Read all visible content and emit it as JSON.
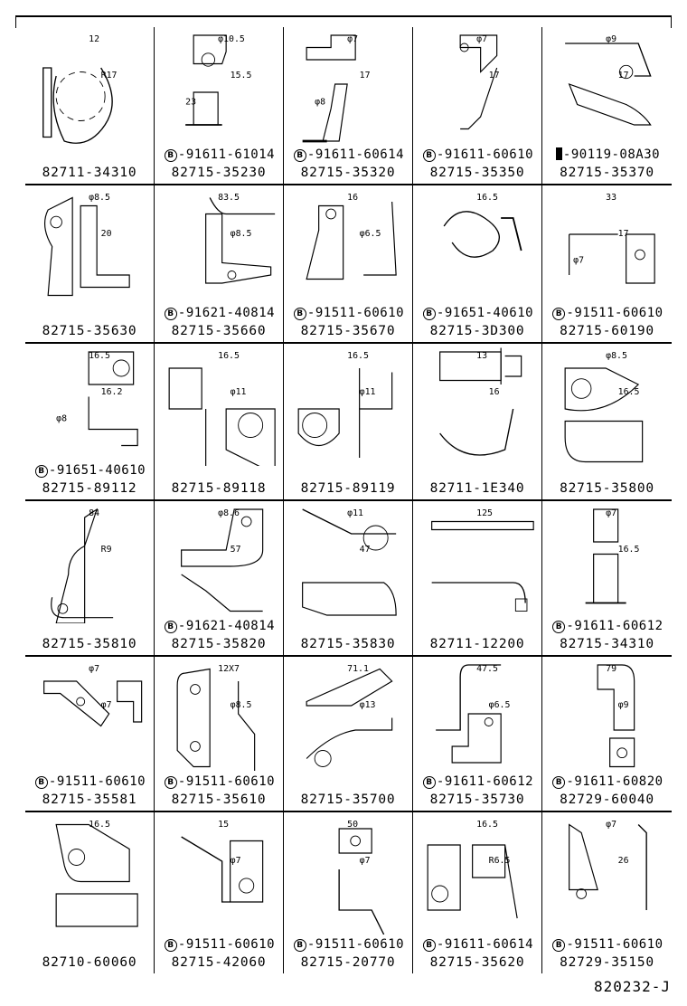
{
  "diagram": {
    "reference_code": "820232-J",
    "cells": [
      {
        "part_number": "82711-34310",
        "bolt": "",
        "dims": [
          "12",
          "R17"
        ]
      },
      {
        "part_number": "82715-35230",
        "bolt": "91611-61014",
        "dims": [
          "φ10.5",
          "15.5",
          "23"
        ]
      },
      {
        "part_number": "82715-35320",
        "bolt": "91611-60614",
        "dims": [
          "φ7",
          "17",
          "φ8"
        ]
      },
      {
        "part_number": "82715-35350",
        "bolt": "91611-60610",
        "dims": [
          "φ7",
          "17"
        ]
      },
      {
        "part_number": "82715-35370",
        "bolt": "90119-08A30",
        "bolt_icon": "screw",
        "dims": [
          "φ9",
          "17"
        ]
      },
      {
        "part_number": "82715-35630",
        "bolt": "",
        "dims": [
          "φ8.5",
          "20"
        ]
      },
      {
        "part_number": "82715-35660",
        "bolt": "91621-40814",
        "dims": [
          "83.5",
          "φ8.5"
        ]
      },
      {
        "part_number": "82715-35670",
        "bolt": "91511-60610",
        "dims": [
          "16",
          "φ6.5"
        ]
      },
      {
        "part_number": "82715-3D300",
        "bolt": "91651-40610",
        "dims": [
          "16.5"
        ]
      },
      {
        "part_number": "82715-60190",
        "bolt": "91511-60610",
        "dims": [
          "33",
          "17",
          "φ7"
        ]
      },
      {
        "part_number": "82715-89112",
        "bolt": "91651-40610",
        "dims": [
          "16.5",
          "16.2",
          "φ8"
        ]
      },
      {
        "part_number": "82715-89118",
        "bolt": "",
        "dims": [
          "16.5",
          "φ11"
        ]
      },
      {
        "part_number": "82715-89119",
        "bolt": "",
        "dims": [
          "16.5",
          "φ11"
        ]
      },
      {
        "part_number": "82711-1E340",
        "bolt": "",
        "dims": [
          "13",
          "16"
        ]
      },
      {
        "part_number": "82715-35800",
        "bolt": "",
        "dims": [
          "φ8.5",
          "16.5"
        ]
      },
      {
        "part_number": "82715-35810",
        "bolt": "",
        "dims": [
          "84",
          "R9"
        ]
      },
      {
        "part_number": "82715-35820",
        "bolt": "91621-40814",
        "dims": [
          "φ8.6",
          "57"
        ]
      },
      {
        "part_number": "82715-35830",
        "bolt": "",
        "dims": [
          "φ11",
          "47"
        ]
      },
      {
        "part_number": "82711-12200",
        "bolt": "",
        "dims": [
          "125"
        ]
      },
      {
        "part_number": "82715-34310",
        "bolt": "91611-60612",
        "dims": [
          "φ7",
          "16.5"
        ]
      },
      {
        "part_number": "82715-35581",
        "bolt": "91511-60610",
        "dims": [
          "φ7",
          "φ7"
        ]
      },
      {
        "part_number": "82715-35610",
        "bolt": "91511-60610",
        "dims": [
          "12X7",
          "φ8.5"
        ]
      },
      {
        "part_number": "82715-35700",
        "bolt": "",
        "dims": [
          "71.1",
          "φ13"
        ]
      },
      {
        "part_number": "82715-35730",
        "bolt": "91611-60612",
        "dims": [
          "47.5",
          "φ6.5"
        ]
      },
      {
        "part_number": "82729-60040",
        "bolt": "91611-60820",
        "dims": [
          "79",
          "φ9"
        ]
      },
      {
        "part_number": "82710-60060",
        "bolt": "",
        "dims": [
          "16.5"
        ]
      },
      {
        "part_number": "82715-42060",
        "bolt": "91511-60610",
        "dims": [
          "15",
          "φ7"
        ]
      },
      {
        "part_number": "82715-20770",
        "bolt": "91511-60610",
        "dims": [
          "50",
          "φ7"
        ]
      },
      {
        "part_number": "82715-35620",
        "bolt": "91611-60614",
        "dims": [
          "16.5",
          "R6.5"
        ]
      },
      {
        "part_number": "82729-35150",
        "bolt": "91511-60610",
        "dims": [
          "φ7",
          "26"
        ]
      }
    ]
  }
}
